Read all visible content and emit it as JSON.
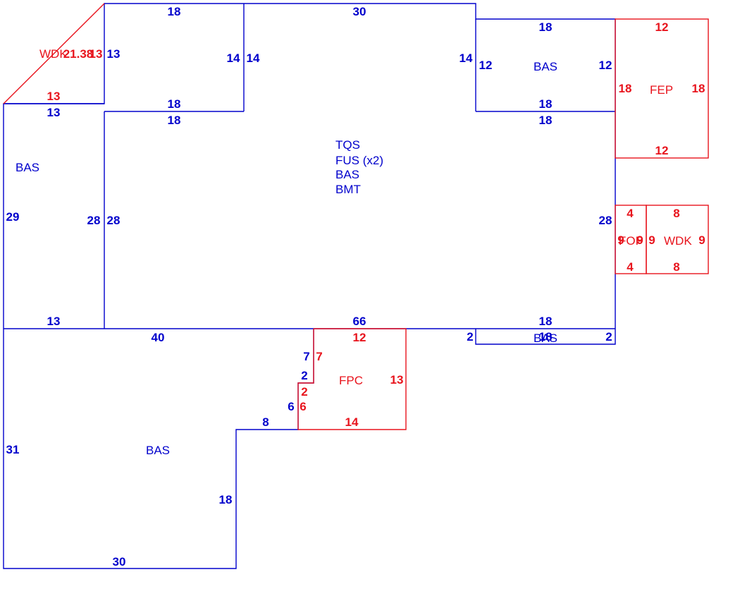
{
  "colors": {
    "main_area": "#0000cc",
    "outbuilding": "#e8141d",
    "background": "#ffffff"
  },
  "area_labels": {
    "upper_left_bas": "BAS",
    "upper_right_bas": "BAS",
    "fep": "FEP",
    "main_stack": [
      "TQS",
      "FUS (x2)",
      "BAS",
      "BMT"
    ],
    "fop": "FOP",
    "wdk_right": "WDK",
    "strip_bas": "BAS",
    "fpc": "FPC",
    "lower_bas": "BAS",
    "wdk_corner": "WDK"
  },
  "dims": {
    "wdk_corner": {
      "hyp": "21.38",
      "right": "13",
      "bottom": "13"
    },
    "top_left": {
      "top": "18",
      "right": "14",
      "bottom": "18",
      "left": "13"
    },
    "main_top": "30",
    "upper_right_bas": {
      "top": "18",
      "left": "12",
      "right": "12",
      "bottom": "18",
      "wall": "14"
    },
    "fep": {
      "top": "12",
      "left": "18",
      "right": "18",
      "bottom": "12"
    },
    "left_block": {
      "top": "13",
      "left": "29",
      "right": "28",
      "bottom": "13"
    },
    "main": {
      "top": "18",
      "left": "28",
      "right_upper": "14",
      "right": "28",
      "bottom": "66",
      "bottom_right": "18"
    },
    "fop": {
      "top": "4",
      "left": "9",
      "right": "9",
      "bottom": "4"
    },
    "wdk_right": {
      "top": "8",
      "left": "9",
      "right": "9",
      "bottom": "8"
    },
    "strip_bas": {
      "left": "2",
      "right": "2",
      "top": "18"
    },
    "fpc": {
      "top": "12",
      "right": "13",
      "bottom": "14",
      "left_upper": "7",
      "step": "2",
      "left_lower": "6"
    },
    "lower_bas": {
      "top": "40",
      "left": "31",
      "bottom": "30",
      "right": "18",
      "step": "8",
      "notch_upper": "7",
      "notch_step": "2",
      "notch_lower": "6"
    }
  }
}
